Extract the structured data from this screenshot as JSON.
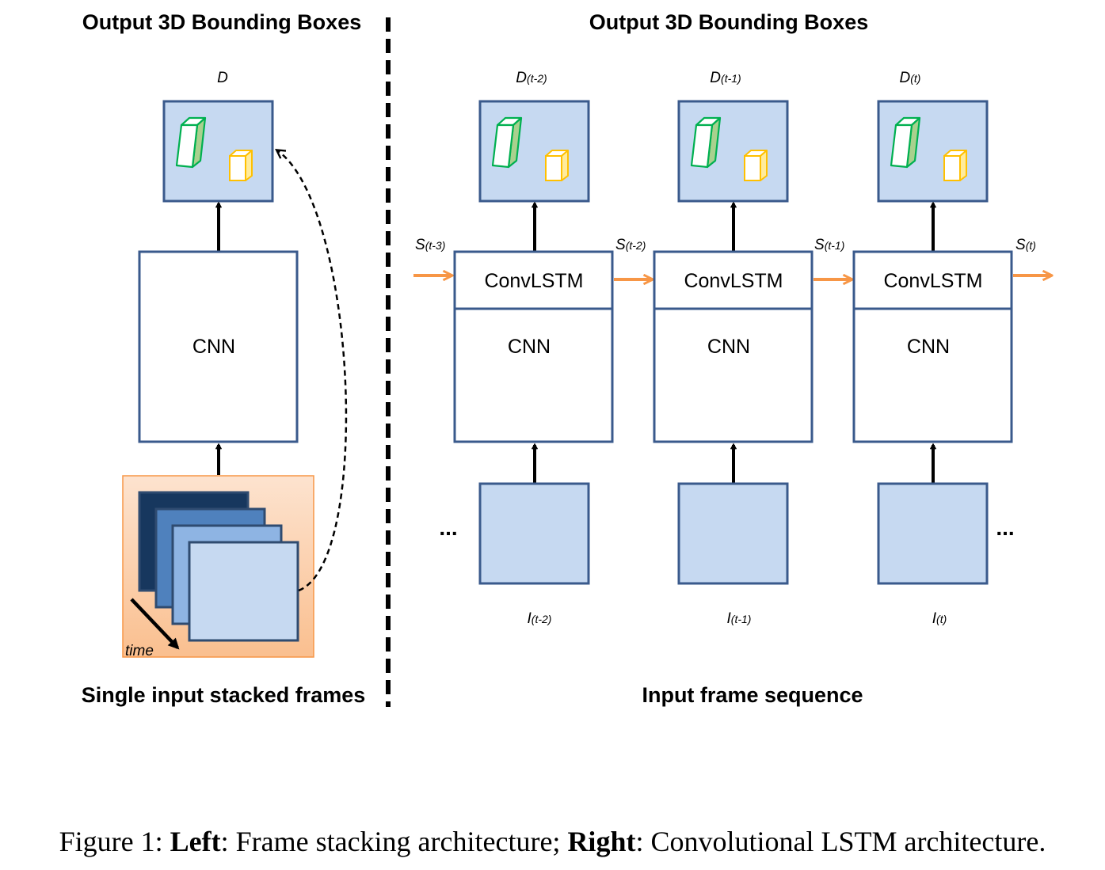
{
  "left": {
    "title": "Output 3D Bounding Boxes",
    "output_label": "D",
    "cnn_label": "CNN",
    "time_label": "time",
    "footer": "Single input stacked frames"
  },
  "right": {
    "title": "Output 3D Bounding Boxes",
    "columns": [
      {
        "output_main": "D",
        "output_sub": "(t-2)",
        "conv_label": "ConvLSTM",
        "cnn_label": "CNN",
        "input_main": "I",
        "input_sub": "(t-2)",
        "state_main": "S",
        "state_sub": "(t-2)"
      },
      {
        "output_main": "D",
        "output_sub": "(t-1)",
        "conv_label": "ConvLSTM",
        "cnn_label": "CNN",
        "input_main": "I",
        "input_sub": "(t-1)",
        "state_main": "S",
        "state_sub": "(t-1)"
      },
      {
        "output_main": "D",
        "output_sub": "(t)",
        "conv_label": "ConvLSTM",
        "cnn_label": "CNN",
        "input_main": "I",
        "input_sub": "(t)",
        "state_main": "S",
        "state_sub": "(t)"
      }
    ],
    "initial_state_main": "S",
    "initial_state_sub": "(t-3)",
    "ellipsis_left": "...",
    "ellipsis_right": "...",
    "footer": "Input frame sequence"
  },
  "caption": {
    "prefix": "Figure 1: ",
    "left_bold": "Left",
    "left_text": ": Frame stacking architecture; ",
    "right_bold": "Right",
    "right_text": ": Convolutional LSTM architecture."
  },
  "colors": {
    "box_fill": "#c6d9f1",
    "box_stroke": "#3a5a8c",
    "state_arrow": "#f79646",
    "green_box": "#00b050",
    "yellow_box": "#ffc000",
    "stack_1": "#17375e",
    "stack_2": "#4f81bd",
    "stack_3": "#8eb4e3",
    "stack_4": "#c6d9f1"
  }
}
